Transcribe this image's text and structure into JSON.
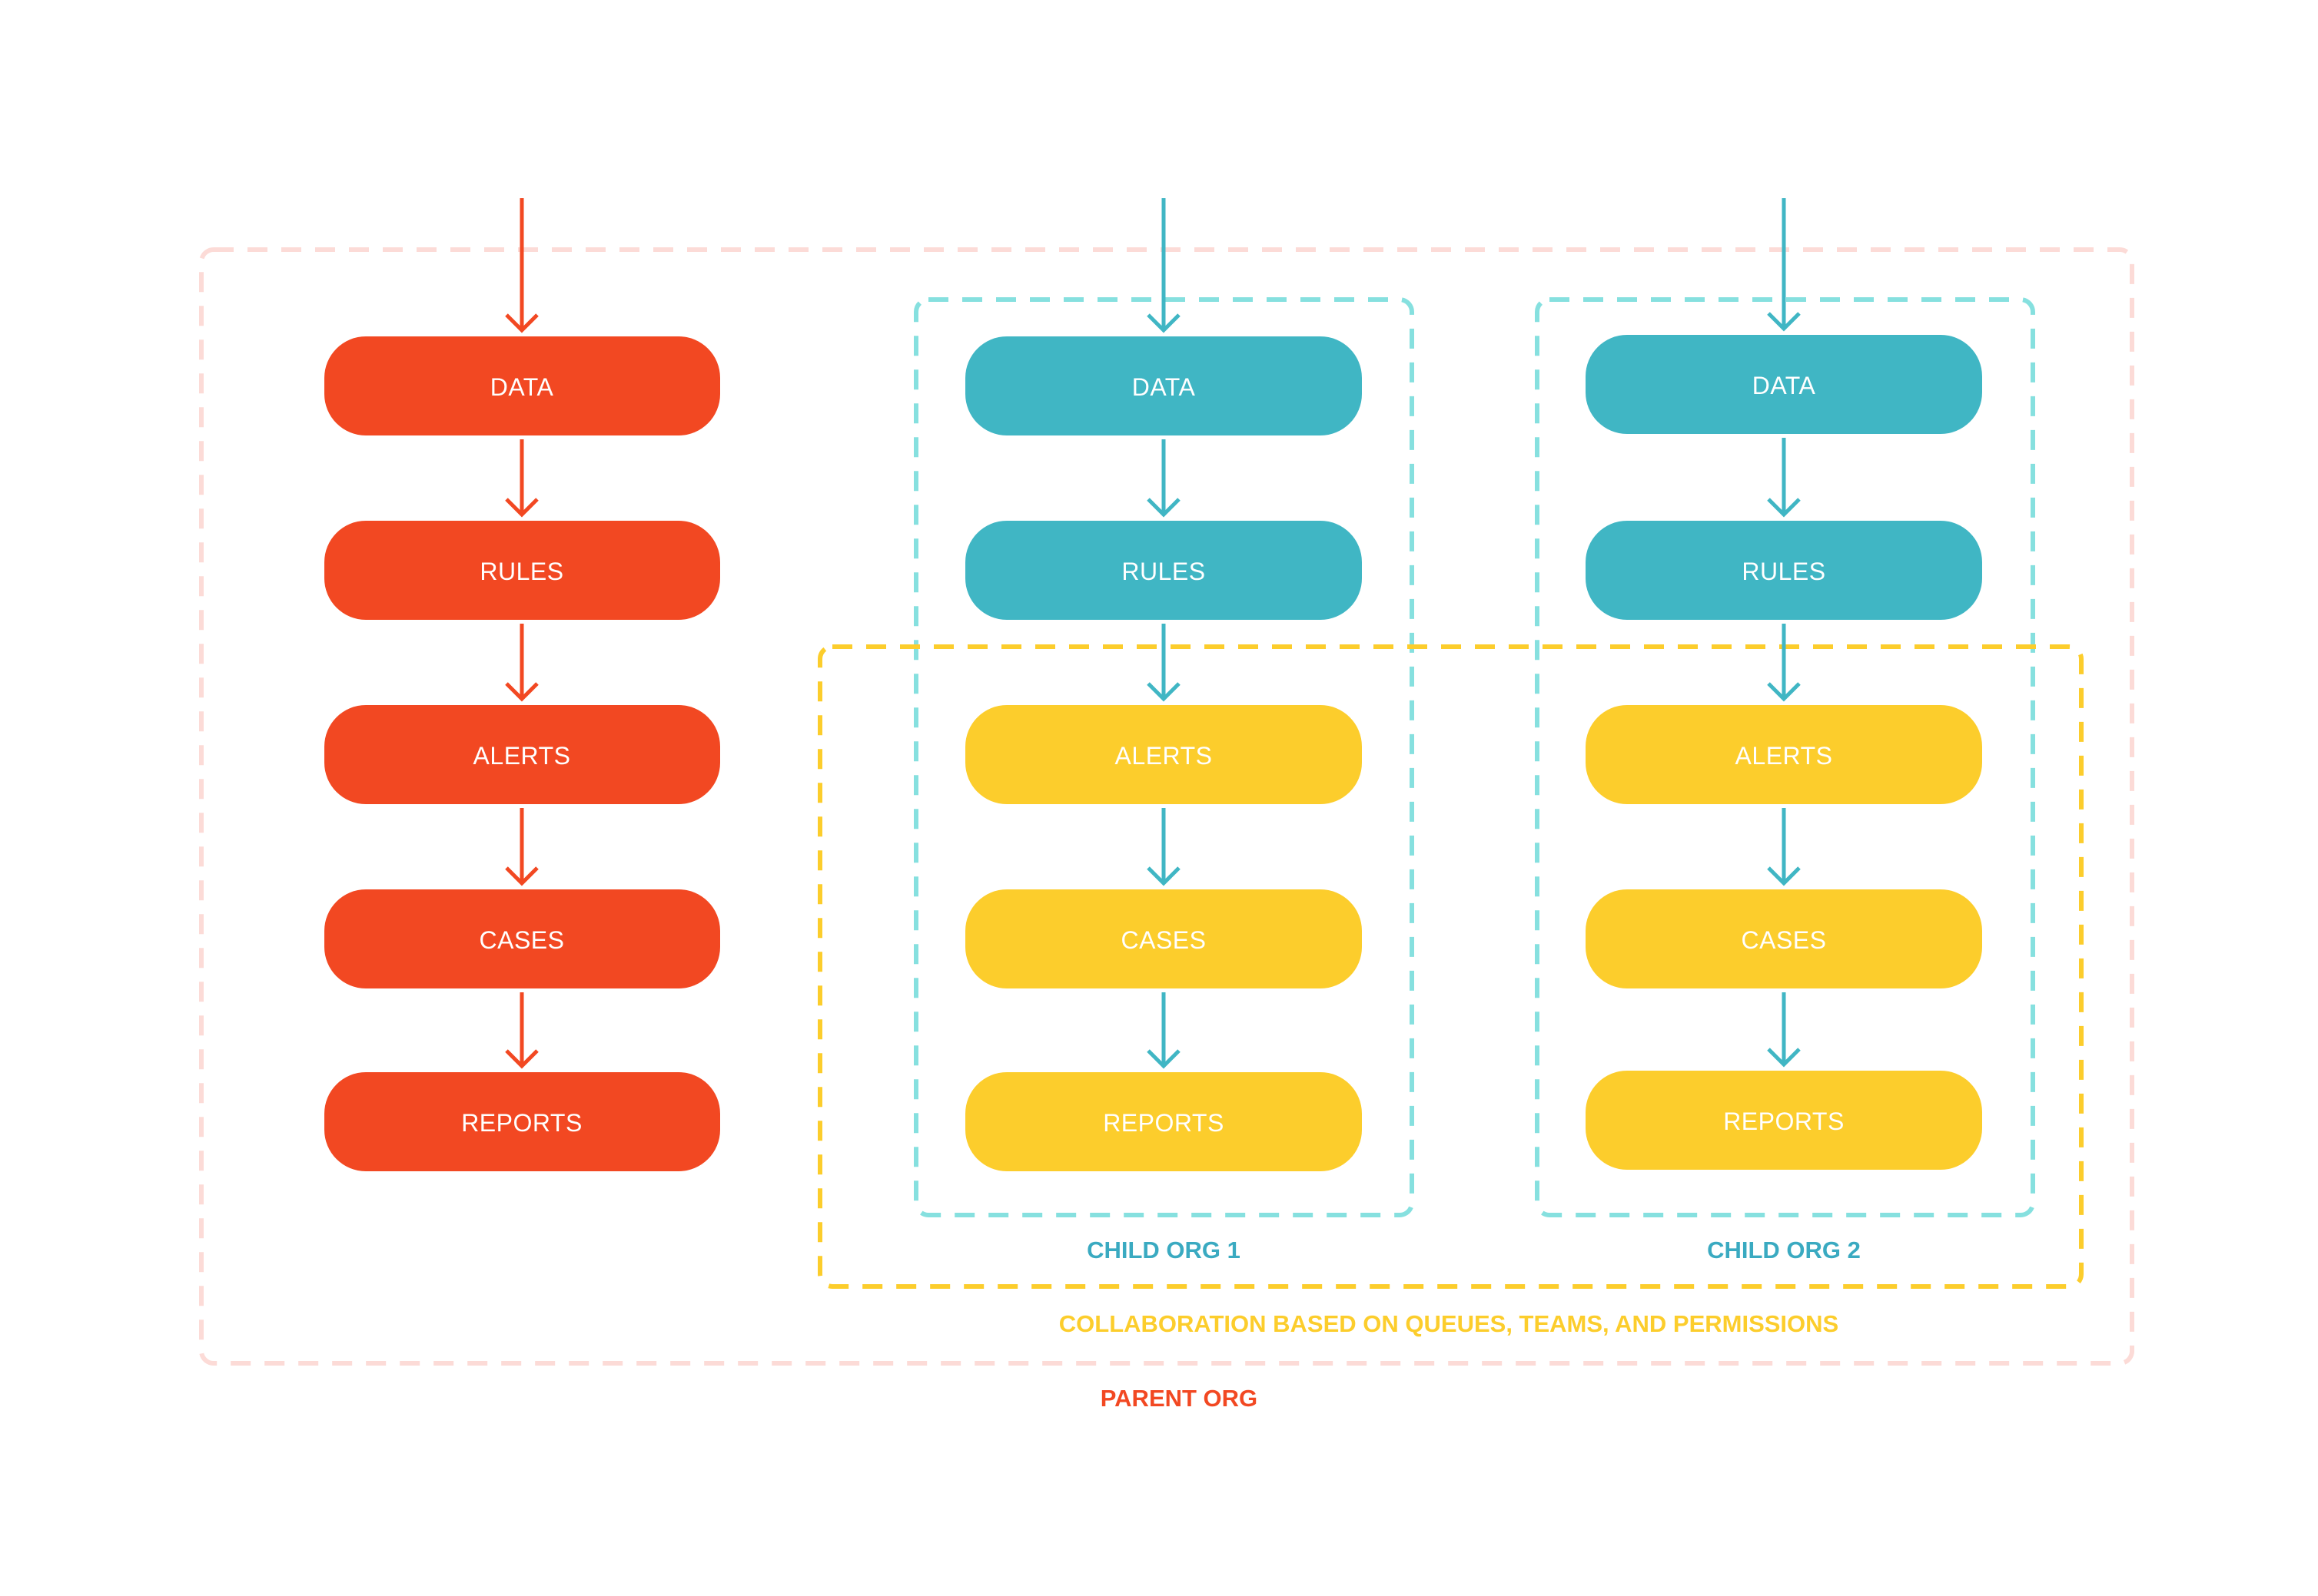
{
  "colors": {
    "parent_node": "#F24822",
    "child_node": "#40B6C4",
    "collab_node": "#FCCD2C",
    "parent_border": "#FCDBD7",
    "child_border": "#86E0DF",
    "collab_border": "#FCCD2C",
    "parent_label": "#F24822",
    "child_label": "#3AAAC1",
    "collab_label": "#FCCD2C",
    "parent_arrow": "#F24822",
    "child_arrow": "#40B6C4",
    "node_text": "#FFFFFF"
  },
  "parent_column": {
    "nodes": [
      "DATA",
      "RULES",
      "ALERTS",
      "CASES",
      "REPORTS"
    ]
  },
  "child_org_1": {
    "label": "CHILD ORG 1",
    "nodes": [
      "DATA",
      "RULES",
      "ALERTS",
      "CASES",
      "REPORTS"
    ]
  },
  "child_org_2": {
    "label": "CHILD ORG 2",
    "nodes": [
      "DATA",
      "RULES",
      "ALERTS",
      "CASES",
      "REPORTS"
    ]
  },
  "collaboration": {
    "label": "COLLABORATION BASED ON QUEUES, TEAMS, AND PERMISSIONS"
  },
  "parent_org": {
    "label": "PARENT ORG"
  }
}
